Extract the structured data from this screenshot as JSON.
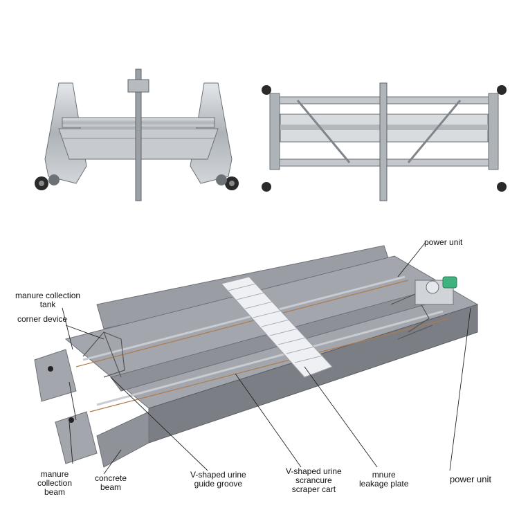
{
  "labels": {
    "power_unit_top": "power unit",
    "manure_collection_tank_l1": "manure collection",
    "manure_collection_tank_l2": "tank",
    "corner_device": "corner device",
    "manure_collection_beam_l1": "manure",
    "manure_collection_beam_l2": "collection",
    "manure_collection_beam_l3": "beam",
    "concrete_beam_l1": "concrete",
    "concrete_beam_l2": "beam",
    "guide_groove_l1": "V-shaped urine",
    "guide_groove_l2": "guide groove",
    "scraper_cart_l1": "V-shaped urine",
    "scraper_cart_l2": "scrancure",
    "scraper_cart_l3": "scraper cart",
    "leakage_plate_l1": "mnure",
    "leakage_plate_l2": "leakage plate",
    "power_unit_bottom": "power unit"
  },
  "colors": {
    "steel": "#b9bdc2",
    "steel_dark": "#7f858b",
    "concrete_top": "#a3a6ad",
    "concrete_side": "#7b7e85",
    "concrete_dark": "#63666c",
    "grate": "#eef0f3",
    "cable": "#b07a4a",
    "motor": "#3fb37f"
  }
}
